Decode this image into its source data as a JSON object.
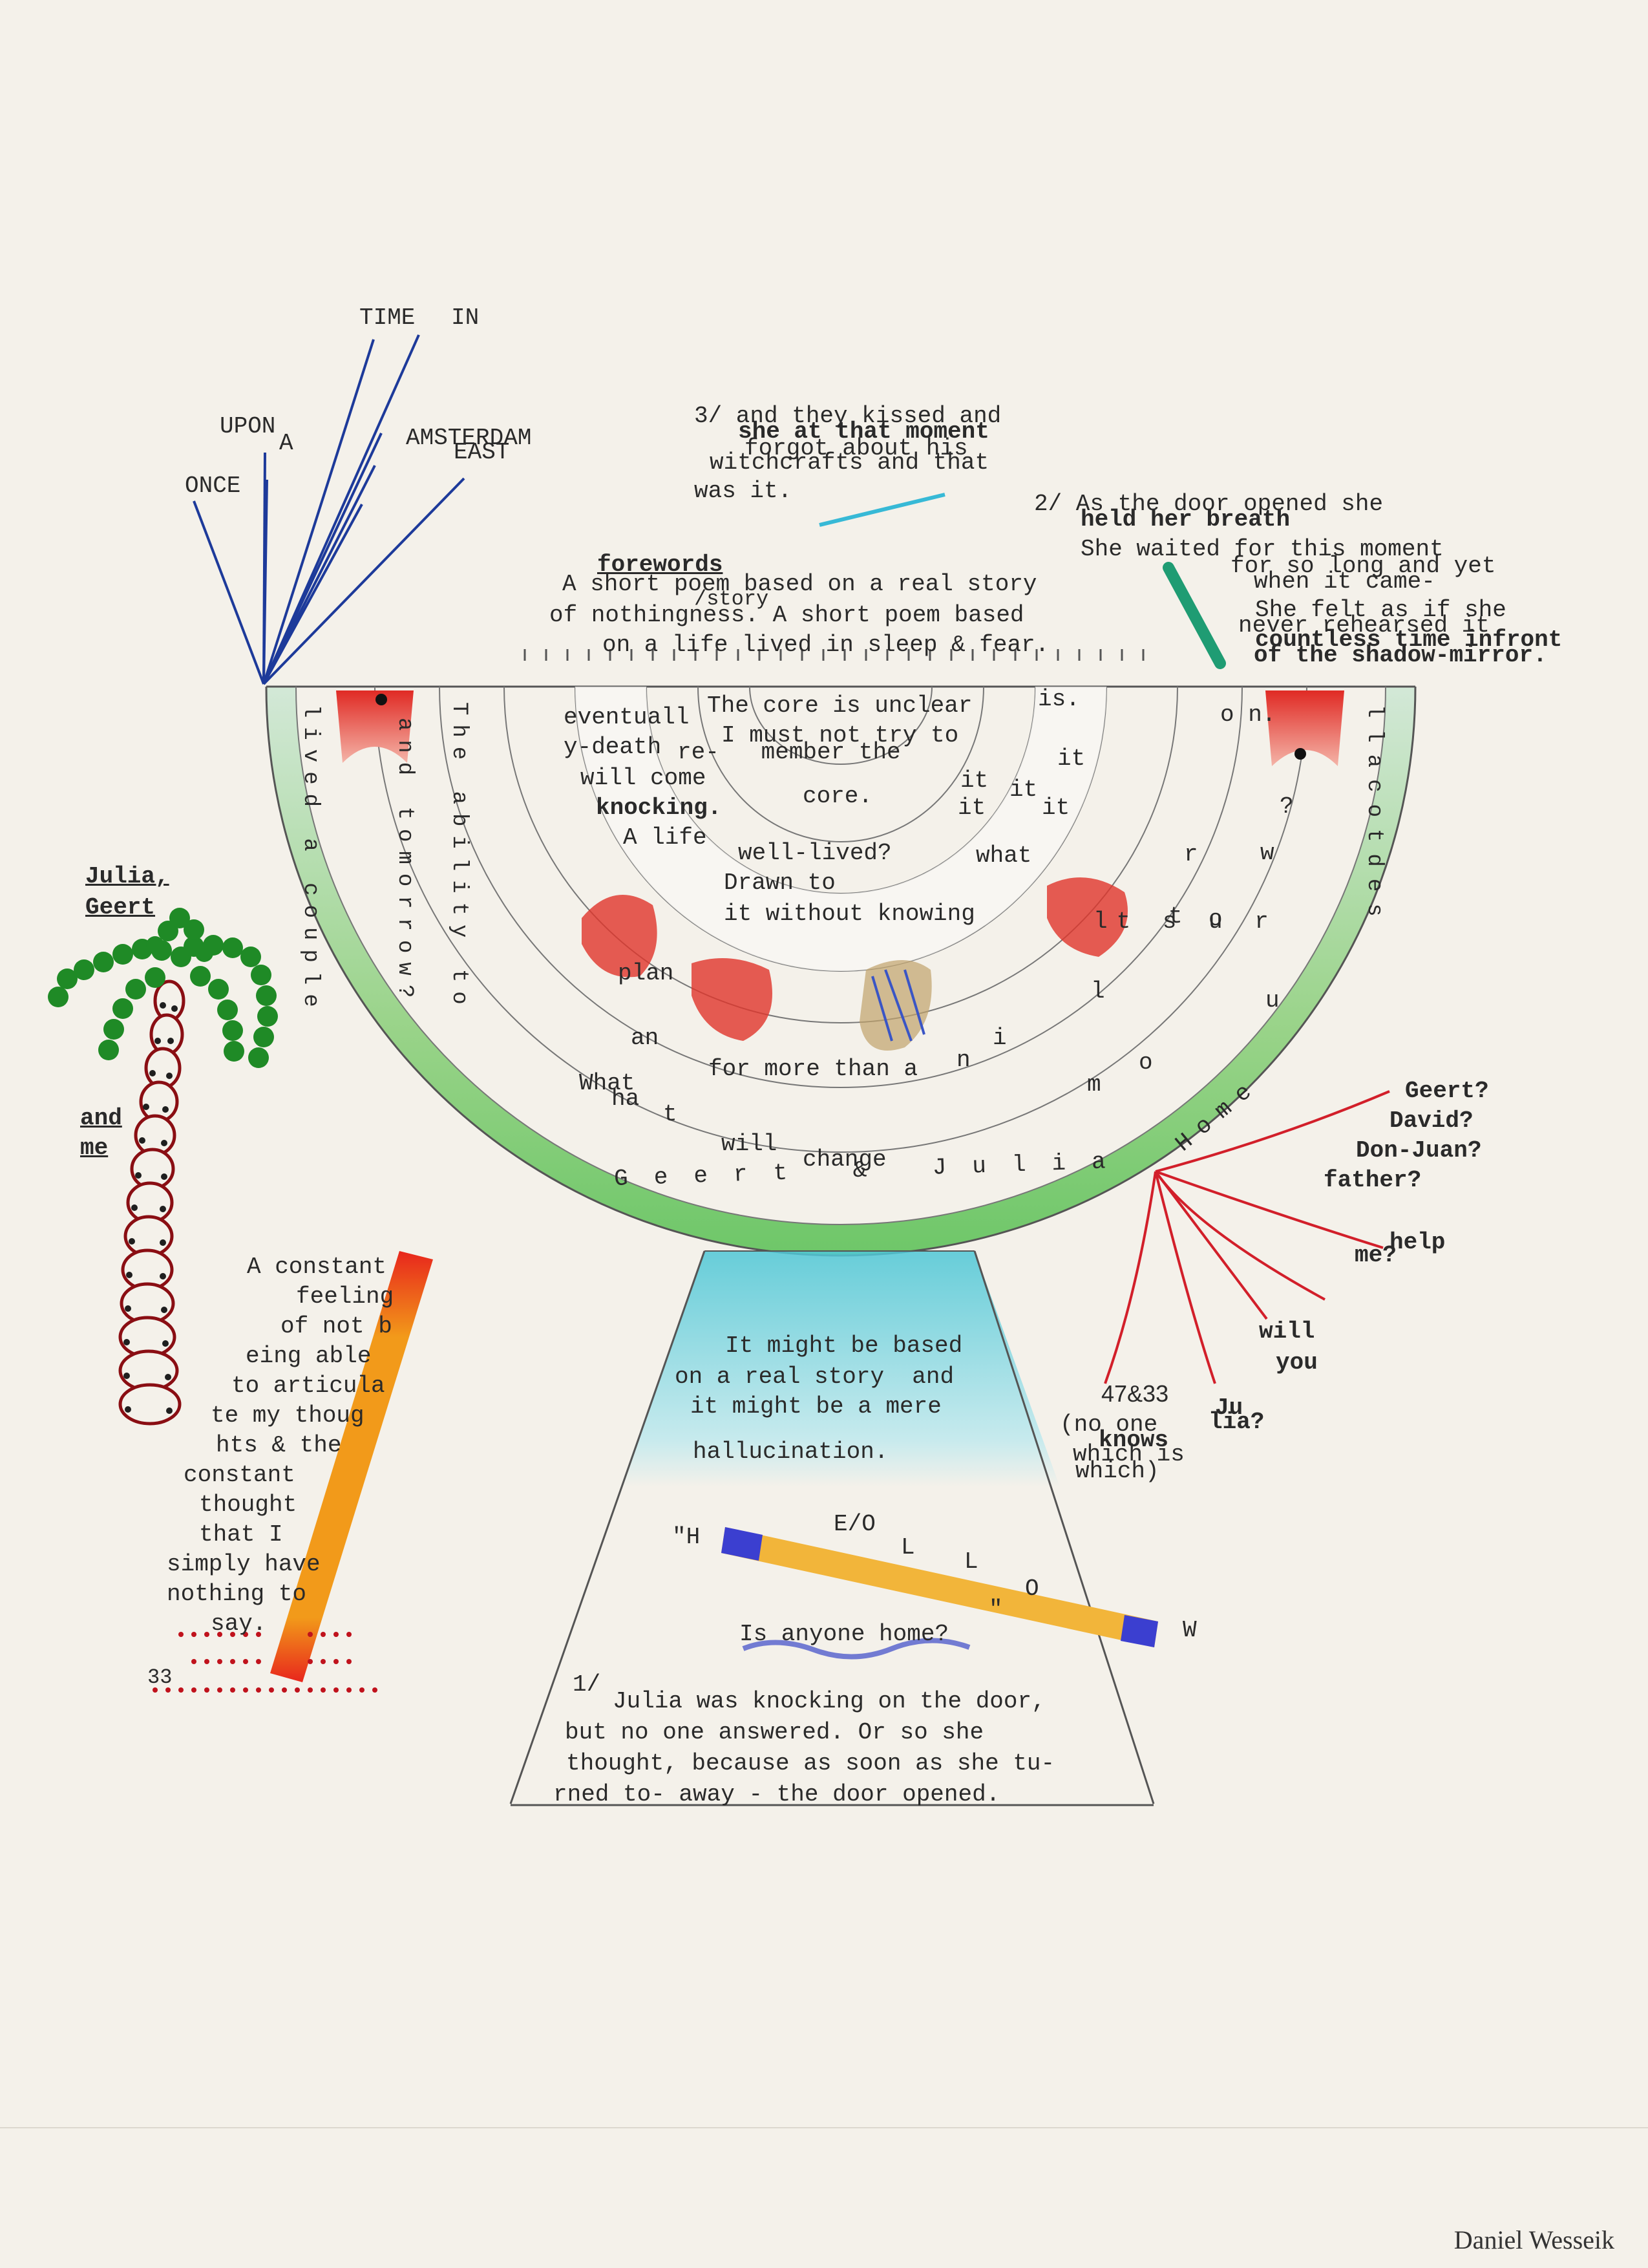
{
  "artist_signature": "Daniel Wesseik",
  "top_left_burst": {
    "words": [
      "TIME",
      "IN",
      "UPON",
      "A",
      "AMSTERDAM",
      "EAST",
      "ONCE"
    ]
  },
  "top_center": {
    "line1": "3/ and they kissed and",
    "line2": "she at that moment",
    "line3": "forgot about his",
    "line4": "witchcrafts and that",
    "line5": "was it."
  },
  "top_right": {
    "line1": "2/ As the door opened she",
    "line2": "held her breath",
    "line3": "She waited for this moment",
    "line4": "for so long and yet",
    "line5": "when it came-",
    "line6": "She felt as if she",
    "line7": "never rehearsed it",
    "line8": "countless time infront",
    "line9": "of the shadow-mirror."
  },
  "forewords": {
    "heading": "forewords",
    "line1": "A short poem based on a real story",
    "line1_insert": "/story",
    "line2": "of nothingness. A short poem based",
    "line3": "on a life lived in sleep & fear."
  },
  "bowl_center": {
    "line1": "The core is unclear",
    "line2": "I must not try to",
    "line3": "re-   member the",
    "line4": "core.",
    "life1": "A life",
    "life2": "well-lived?",
    "life3": "Drawn to",
    "life4": "it without knowing",
    "what": "what",
    "is": "is.",
    "it_words": [
      "it",
      "it",
      "it",
      "it",
      "it"
    ]
  },
  "bowl_left": {
    "eventually1": "eventuall",
    "eventually2": "y-death",
    "eventually3": "will come",
    "eventually4": "knocking.",
    "ring_outer": "lived a couple",
    "ring_tomorrow": "and tomorrow?",
    "ring_ability": "The ability to",
    "ring_plan": "plan",
    "what": "What",
    "ha": "ha",
    "t": "t",
    "will": "will",
    "change": "change",
    "for_more": "for more than a",
    "an": "an",
    "n": "n"
  },
  "bowl_bottom": {
    "names": "Geert & Julia"
  },
  "bowl_right": {
    "ring_outer": "llacotdes",
    "ring_a": "o n.",
    "ring_w": "w",
    "q": "?",
    "ring_mid": "lt s u r",
    "ring_r": "r",
    "ring_o": "o",
    "ring_u": "u",
    "ring_home": "Home",
    "ring_m": "m",
    "ring_t": "t",
    "ring_o2": "o",
    "ring_i": "i",
    "ring_l": "l"
  },
  "left_side": {
    "names1": "Julia,",
    "names2": "Geert",
    "and": "and",
    "me": "me",
    "constant_lines": [
      "A constant",
      "feeling",
      "of not b",
      "eing able",
      "to articula",
      "te my thoug",
      "hts & the",
      "constant",
      "thought",
      "that I",
      "simply have",
      "nothing to",
      "say."
    ],
    "page_num": "33"
  },
  "right_side": {
    "q1": "Geert?",
    "q2": "David?",
    "q3": "Don-Juan?",
    "q4": "father?",
    "help": "help",
    "me": "me?",
    "will": "will",
    "you": "you",
    "julia1": "Ju",
    "julia2": "lia?",
    "num": "47&33",
    "no_one1": "(no one",
    "no_one2": "knows",
    "no_one3": "which is",
    "no_one4": "which)"
  },
  "base": {
    "line1": "It might be based",
    "line2": "on a real story  and",
    "line3": "it might be a mere",
    "line4": "hallucination.",
    "hello_H": "\"H",
    "hello_E": "E/O",
    "hello_L1": "L",
    "hello_L2": "L",
    "hello_O": "O",
    "hello_W": "W",
    "hello_q": "\"",
    "home": "Is anyone home?",
    "p1": "1/",
    "p2": "Julia was knocking on the door,",
    "p3": "but no one answered. Or so she",
    "p4": "thought, because as soon as she tu-",
    "p5": "rned to- away - the door opened."
  },
  "colors": {
    "paper": "#f4f1ea",
    "blue_ink": "#1d3a9a",
    "red_ink": "#d21f2a",
    "green_pencil": "#5fc25a",
    "cyan_pencil": "#4ec7d6",
    "orange_pencil": "#f29a1a",
    "yellow_pencil": "#f2b53a",
    "teal_marker": "#1f9c73"
  }
}
